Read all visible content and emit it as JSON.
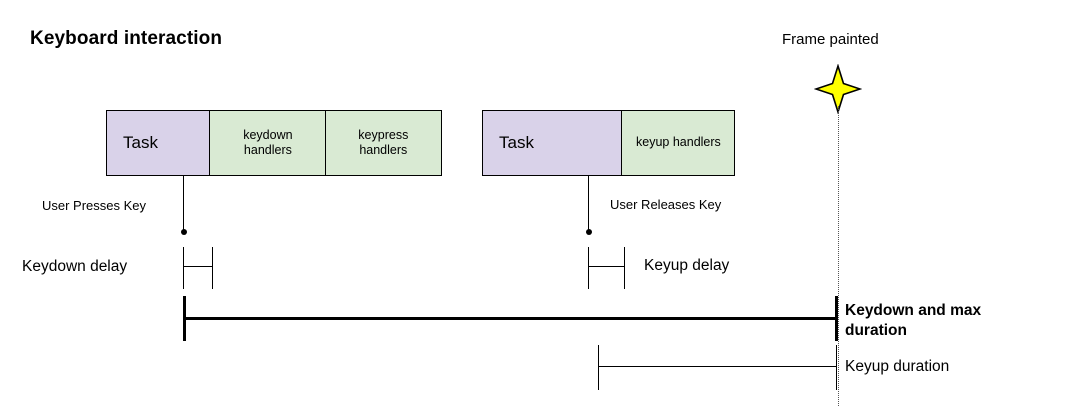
{
  "diagram": {
    "title": "Keyboard interaction",
    "type": "timeline-sequence-diagram",
    "background_color": "#ffffff",
    "colors": {
      "task_fill": "#d9d2e9",
      "handler_fill": "#d9ead3",
      "star_fill": "#ffff00",
      "stroke": "#000000",
      "dotted_guide": "#555555"
    }
  },
  "task_groups": [
    {
      "name": "keydown-sequence",
      "boxes": [
        {
          "label": "Task",
          "kind": "task"
        },
        {
          "label": "keydown\nhandlers",
          "line1": "keydown",
          "line2": "handlers",
          "kind": "handler"
        },
        {
          "label": "keypress\nhandlers",
          "line1": "keypress",
          "line2": "handlers",
          "kind": "handler"
        }
      ]
    },
    {
      "name": "keyup-sequence",
      "boxes": [
        {
          "label": "Task",
          "kind": "task"
        },
        {
          "label": "keyup handlers",
          "line1": "keyup handlers",
          "line2": "",
          "kind": "handler"
        }
      ]
    }
  ],
  "markers": {
    "frame_painted": {
      "label": "Frame painted",
      "icon": "four-point-star",
      "color": "#ffff00"
    },
    "user_presses_key": {
      "label": "User Presses Key"
    },
    "user_releases_key": {
      "label": "User Releases Key"
    }
  },
  "measures": [
    {
      "name": "keydown-delay",
      "label": "Keydown delay",
      "bold": false
    },
    {
      "name": "keyup-delay",
      "label": "Keyup delay",
      "bold": false
    },
    {
      "name": "keydown-max",
      "label": "Keydown and max duration",
      "bold": true
    },
    {
      "name": "keyup-duration",
      "label": "Keyup duration",
      "bold": false
    }
  ],
  "measure_labels": {
    "keydown_delay": "Keydown delay",
    "keyup_delay": "Keyup delay",
    "keydown_and_max_duration": "Keydown and max duration",
    "keyup_duration": "Keyup duration"
  }
}
